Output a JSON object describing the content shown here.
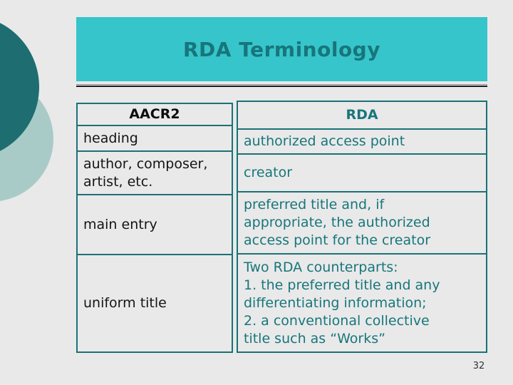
{
  "slide": {
    "title": "RDA Terminology",
    "page_number": "32"
  },
  "colors": {
    "banner": "#36C5CB",
    "accent_dark_teal": "#17767B",
    "table_border": "#1A7276",
    "background": "#E9E9E9",
    "circle_dark": "#1E6E71",
    "circle_light": "#A9CBC8",
    "body_text_dark": "#141414",
    "page_number_color": "#333333"
  },
  "table": {
    "left": {
      "header": "AACR2",
      "rows": [
        {
          "text": "heading"
        },
        {
          "text": "author, composer,\nartist, etc."
        },
        {
          "text": "main entry"
        },
        {
          "text": "uniform title"
        }
      ]
    },
    "right": {
      "header": "RDA",
      "rows": [
        {
          "text": "authorized access point"
        },
        {
          "text": "creator"
        },
        {
          "text": "preferred title and, if\nappropriate, the authorized\naccess point for the creator"
        },
        {
          "text": "Two RDA counterparts:\n1. the preferred title and any\ndifferentiating information;\n2. a conventional collective\ntitle such as “Works”"
        }
      ]
    }
  }
}
